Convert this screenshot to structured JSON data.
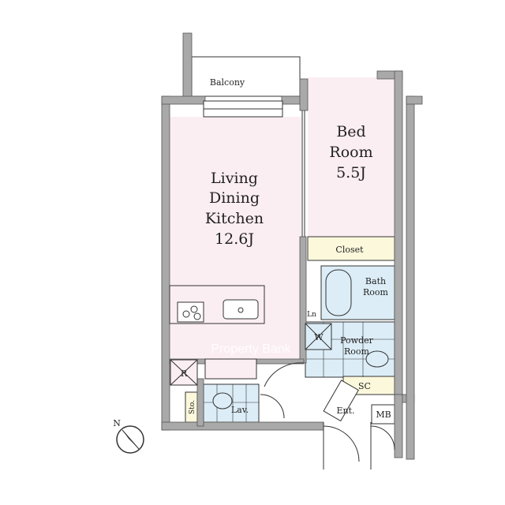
{
  "floorplan": {
    "rooms": {
      "balcony": "Balcony",
      "ldk": [
        "Living",
        "Dining",
        "Kitchen",
        "12.6J"
      ],
      "bedroom": [
        "Bed",
        "Room",
        "5.5J"
      ],
      "closet": "Closet",
      "bath": [
        "Bath",
        "Room"
      ],
      "powder": [
        "Powder",
        "Room"
      ],
      "washer": "W",
      "linen": "Ln",
      "refrigerator": "R",
      "storage": "Sto.",
      "lavatory": "Lav.",
      "shoe_cabinet": "SC",
      "entrance": "Ent.",
      "meter_box": "MB"
    },
    "compass": "N",
    "watermark": "Property Bank",
    "colors": {
      "room_pink": "#fbeef2",
      "wet_blue": "#dcedf7",
      "closet_cream": "#fcf8dc",
      "wall_gray": "#a9a9a9"
    }
  }
}
